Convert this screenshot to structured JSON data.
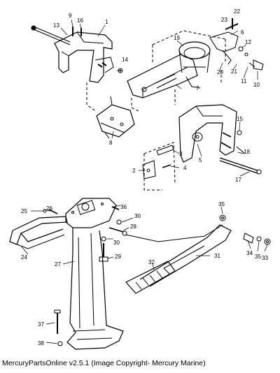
{
  "caption": "MercuryPartsOnline v2.5.1 (Image Copyright- Mercury Marine)",
  "callouts": [
    "1",
    "2",
    "3",
    "4",
    "5",
    "6",
    "7",
    "8",
    "9",
    "10",
    "11",
    "12",
    "13",
    "14",
    "15",
    "16",
    "17",
    "18",
    "19",
    "20",
    "21",
    "22",
    "23",
    "24",
    "25",
    "26",
    "27",
    "28",
    "29",
    "30",
    "30",
    "31",
    "32",
    "33",
    "34",
    "35",
    "35",
    "36",
    "37",
    "38"
  ],
  "colors": {
    "ink": "#000000",
    "paper": "#ffffff"
  }
}
